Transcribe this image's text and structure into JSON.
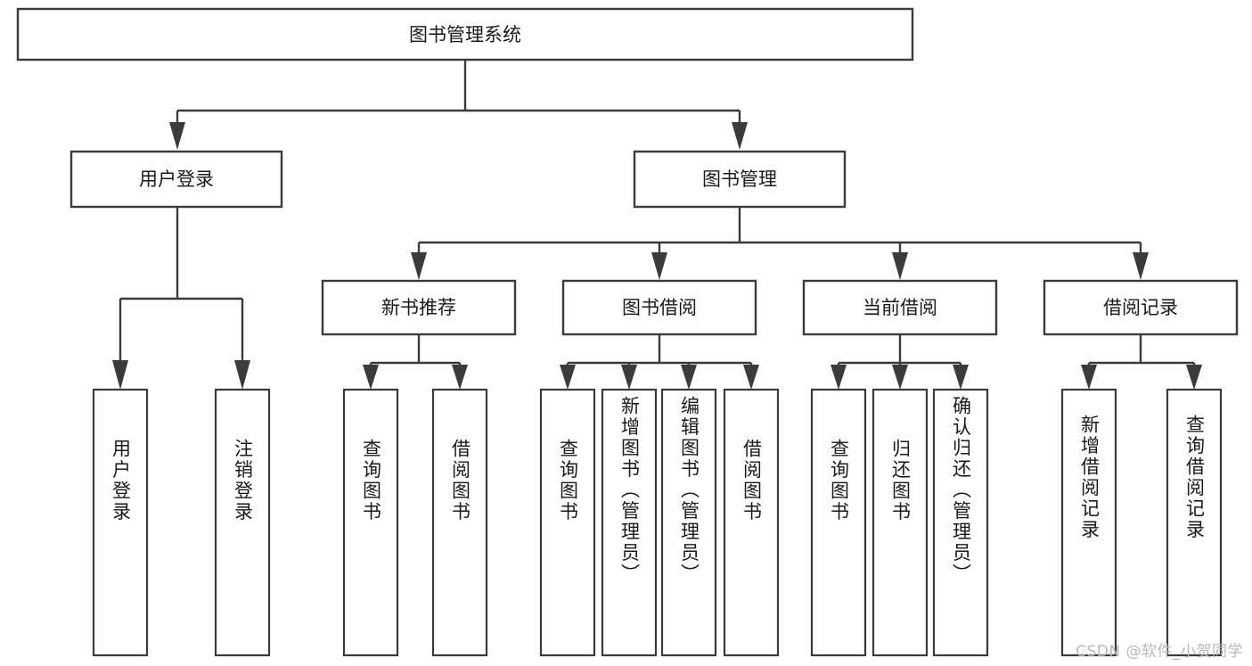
{
  "diagram": {
    "title": "图书管理系统",
    "type": "tree",
    "orientation": "top-down",
    "colors": {
      "stroke": "#3b3b3b",
      "fill": "#ffffff",
      "text": "#1a1a1a",
      "background": "#ffffff",
      "watermark": "#b9b9b9"
    },
    "root": {
      "label": "图书管理系统"
    },
    "level2": [
      {
        "label": "用户登录"
      },
      {
        "label": "图书管理"
      }
    ],
    "level3": [
      {
        "label": "新书推荐"
      },
      {
        "label": "图书借阅"
      },
      {
        "label": "当前借阅"
      },
      {
        "label": "借阅记录"
      }
    ],
    "leaves": {
      "user_login": [
        {
          "label": "用户登录"
        },
        {
          "label": "注销登录"
        }
      ],
      "new_book_recommend": [
        {
          "label": "查询图书"
        },
        {
          "label": "借阅图书"
        }
      ],
      "book_borrow": [
        {
          "label": "查询图书"
        },
        {
          "label": "新增图书（管理员）"
        },
        {
          "label": "编辑图书（管理员）"
        },
        {
          "label": "借阅图书"
        }
      ],
      "current_borrow": [
        {
          "label": "查询图书"
        },
        {
          "label": "归还图书"
        },
        {
          "label": "确认归还（管理员）"
        }
      ],
      "borrow_record": [
        {
          "label": "新增借阅记录"
        },
        {
          "label": "查询借阅记录"
        }
      ]
    }
  },
  "watermark": {
    "text": "CSDN @软件_小贺同学"
  }
}
